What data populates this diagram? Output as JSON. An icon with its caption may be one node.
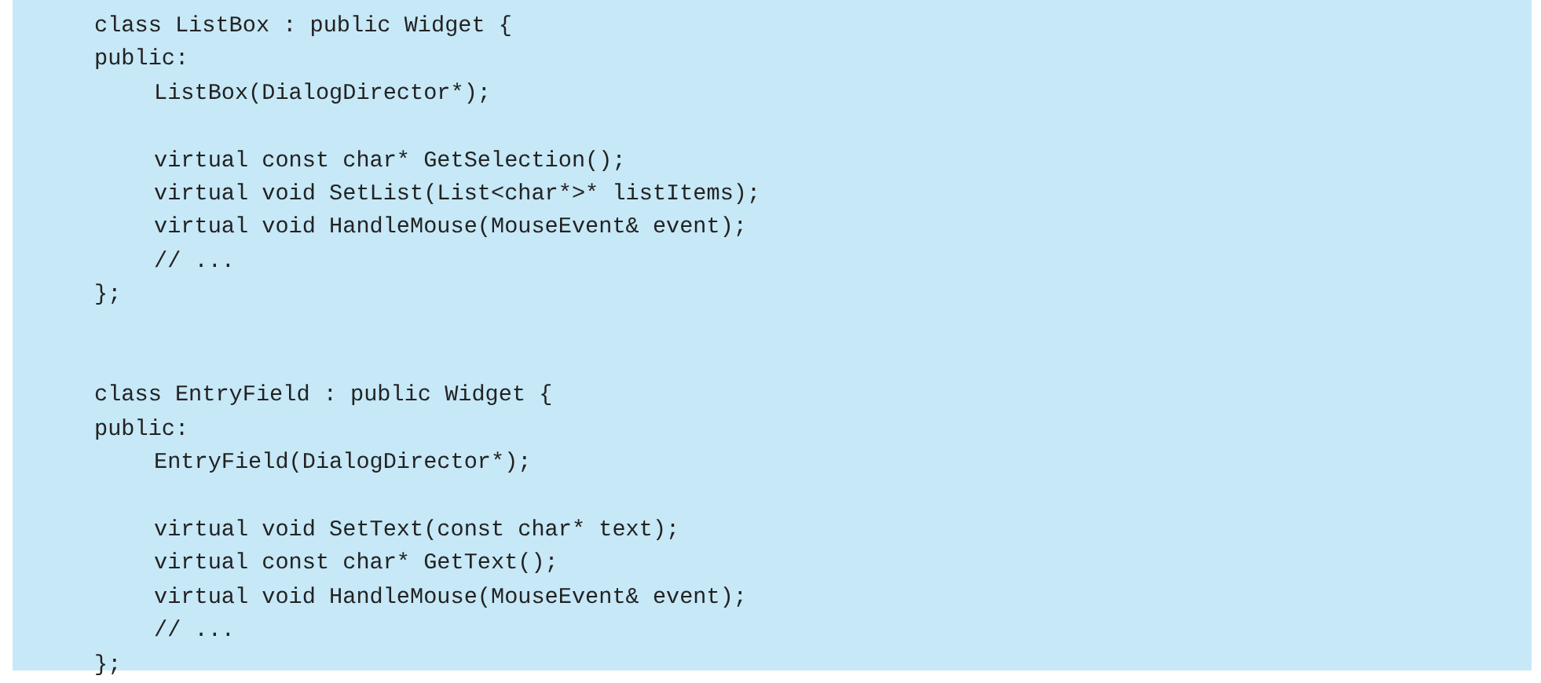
{
  "diagram": {
    "labels": [
      "class ListBox : public Widget {",
      "public:",
      "ListBox(DialogDirector*);",
      "virtual const char* GetSelection();",
      "virtual void SetList(List<char*>* listItems);",
      "virtual void HandleMouse(MouseEvent& event);",
      "// ...",
      "};",
      "class EntryField : public Widget {",
      "public:",
      "EntryField(DialogDirector*);",
      "virtual void SetText(const char* text);",
      "virtual const char* GetText();",
      "virtual void HandleMouse(MouseEvent& event);",
      "// ...",
      "};"
    ]
  }
}
